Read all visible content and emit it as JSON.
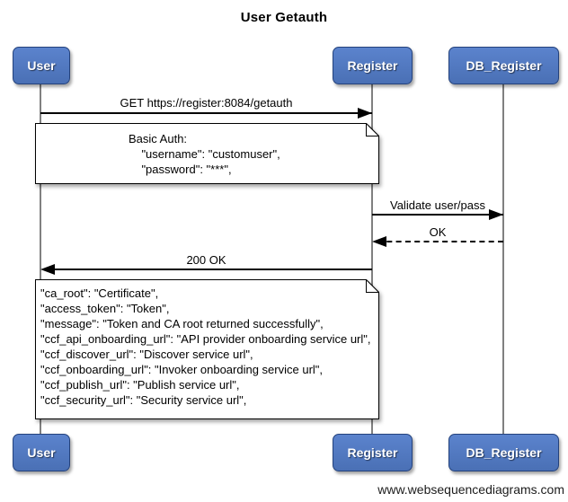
{
  "title": "User Getauth",
  "footer": "www.websequencediagrams.com",
  "actors": [
    {
      "id": "user",
      "label": "User"
    },
    {
      "id": "register",
      "label": "Register"
    },
    {
      "id": "db_register",
      "label": "DB_Register"
    }
  ],
  "messages": [
    {
      "from": "User",
      "to": "Register",
      "line": "solid",
      "label": "GET https://register:8084/getauth"
    },
    {
      "from": "Register",
      "to": "DB_Register",
      "line": "solid",
      "label": "Validate user/pass"
    },
    {
      "from": "DB_Register",
      "to": "Register",
      "line": "dashed",
      "label": "OK"
    },
    {
      "from": "Register",
      "to": "User",
      "line": "solid",
      "label": "200 OK"
    }
  ],
  "notes": [
    {
      "over": "User, Register",
      "lines": [
        "Basic Auth:",
        "    \"username\": \"customuser\",",
        "    \"password\": \"***\","
      ]
    },
    {
      "over": "User, Register",
      "lines": [
        "\"ca_root\": \"Certificate\",",
        "\"access_token\": \"Token\",",
        "\"message\": \"Token and CA root returned successfully\",",
        "\"ccf_api_onboarding_url\": \"API provider onboarding service url\",",
        "\"ccf_discover_url\": \"Discover service url\",",
        "\"ccf_onboarding_url\": \"Invoker onboarding service url\",",
        "\"ccf_publish_url\": \"Publish service url\",",
        "\"ccf_security_url\": \"Security service url\","
      ]
    }
  ],
  "colors": {
    "background": "#ffffff",
    "actor_fill_top": "#5b83cd",
    "actor_fill_bottom": "#4a70b5",
    "actor_border": "#24427c",
    "actor_text": "#ffffff",
    "lifeline": "#808080",
    "arrow": "#000000",
    "note_bg": "#ffffff",
    "note_border": "#000000",
    "footer_text": "#1c1c1c"
  }
}
